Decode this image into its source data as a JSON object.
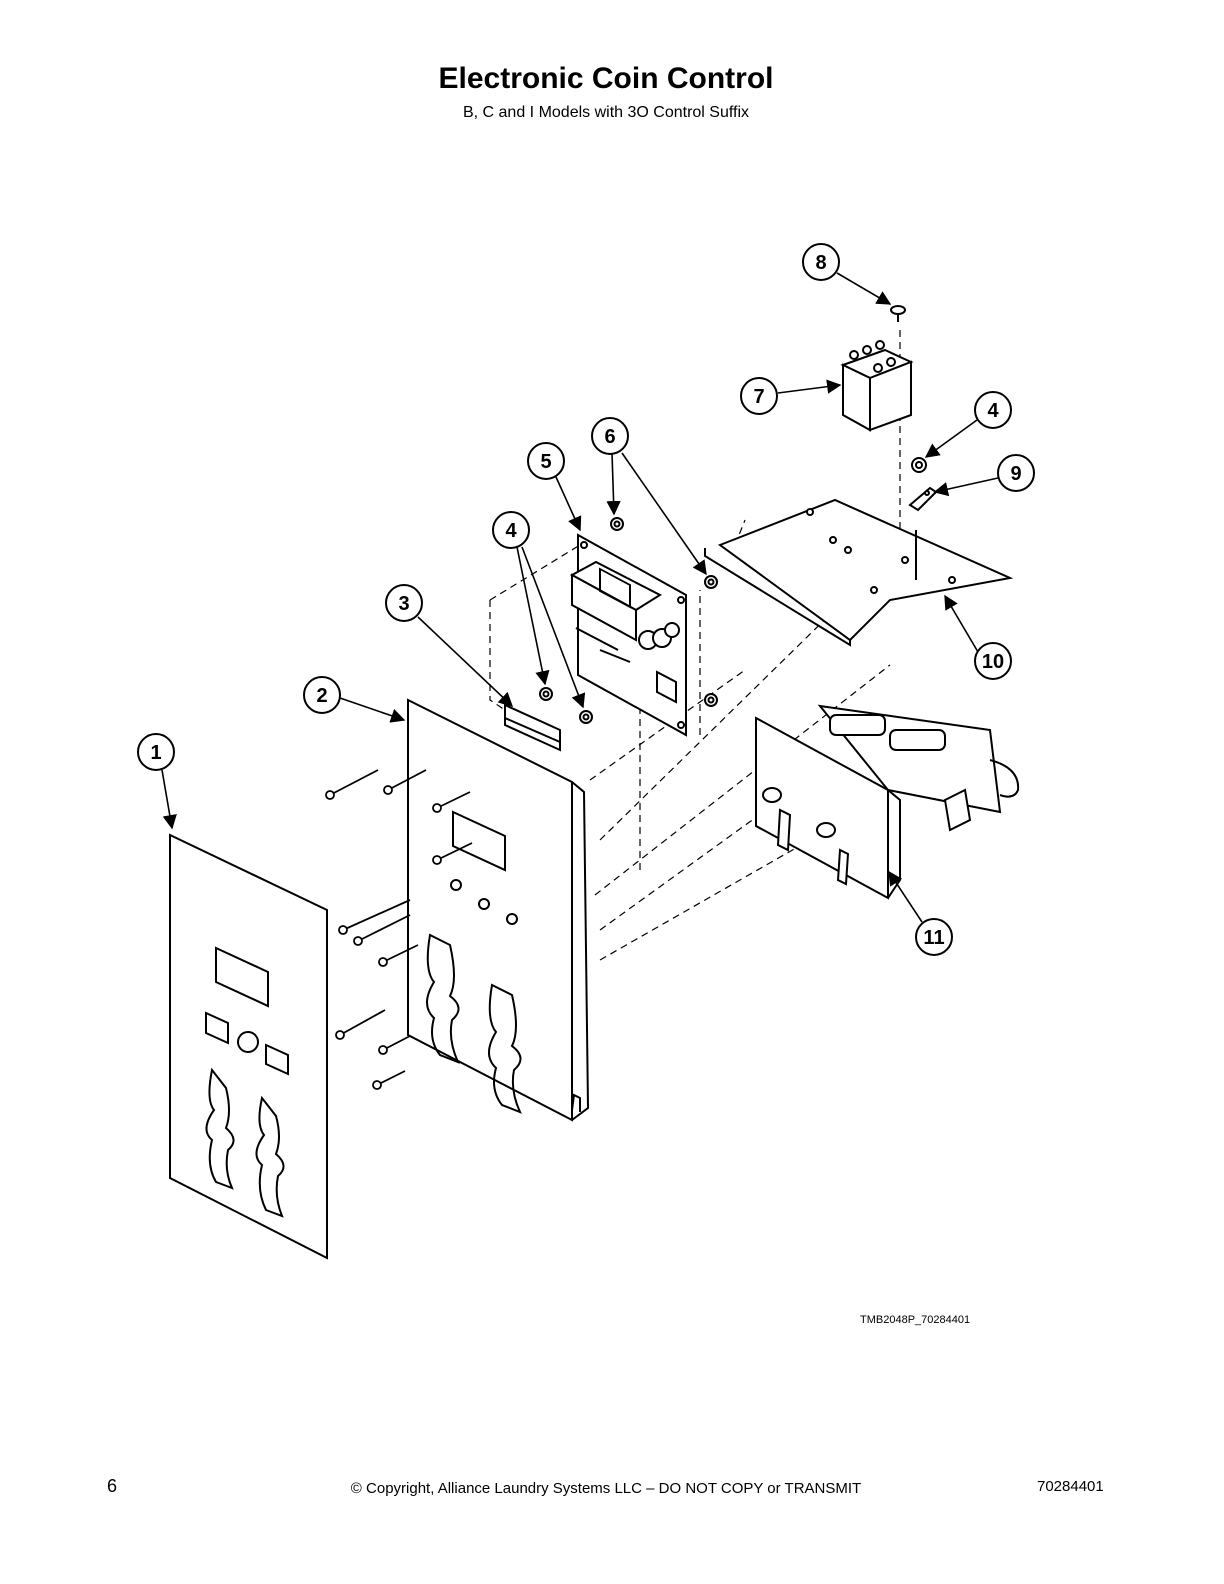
{
  "header": {
    "title": "Electronic Coin Control",
    "subtitle": "B, C and I Models with 3O Control Suffix"
  },
  "diagram": {
    "part_callouts": [
      "1",
      "2",
      "3",
      "4",
      "4",
      "5",
      "6",
      "7",
      "8",
      "9",
      "10",
      "11"
    ],
    "drawing_code": "TMB2048P_70284401"
  },
  "footer": {
    "page_number": "6",
    "copyright": "© Copyright, Alliance Laundry Systems LLC – DO NOT COPY or TRANSMIT",
    "document_number": "70284401"
  }
}
